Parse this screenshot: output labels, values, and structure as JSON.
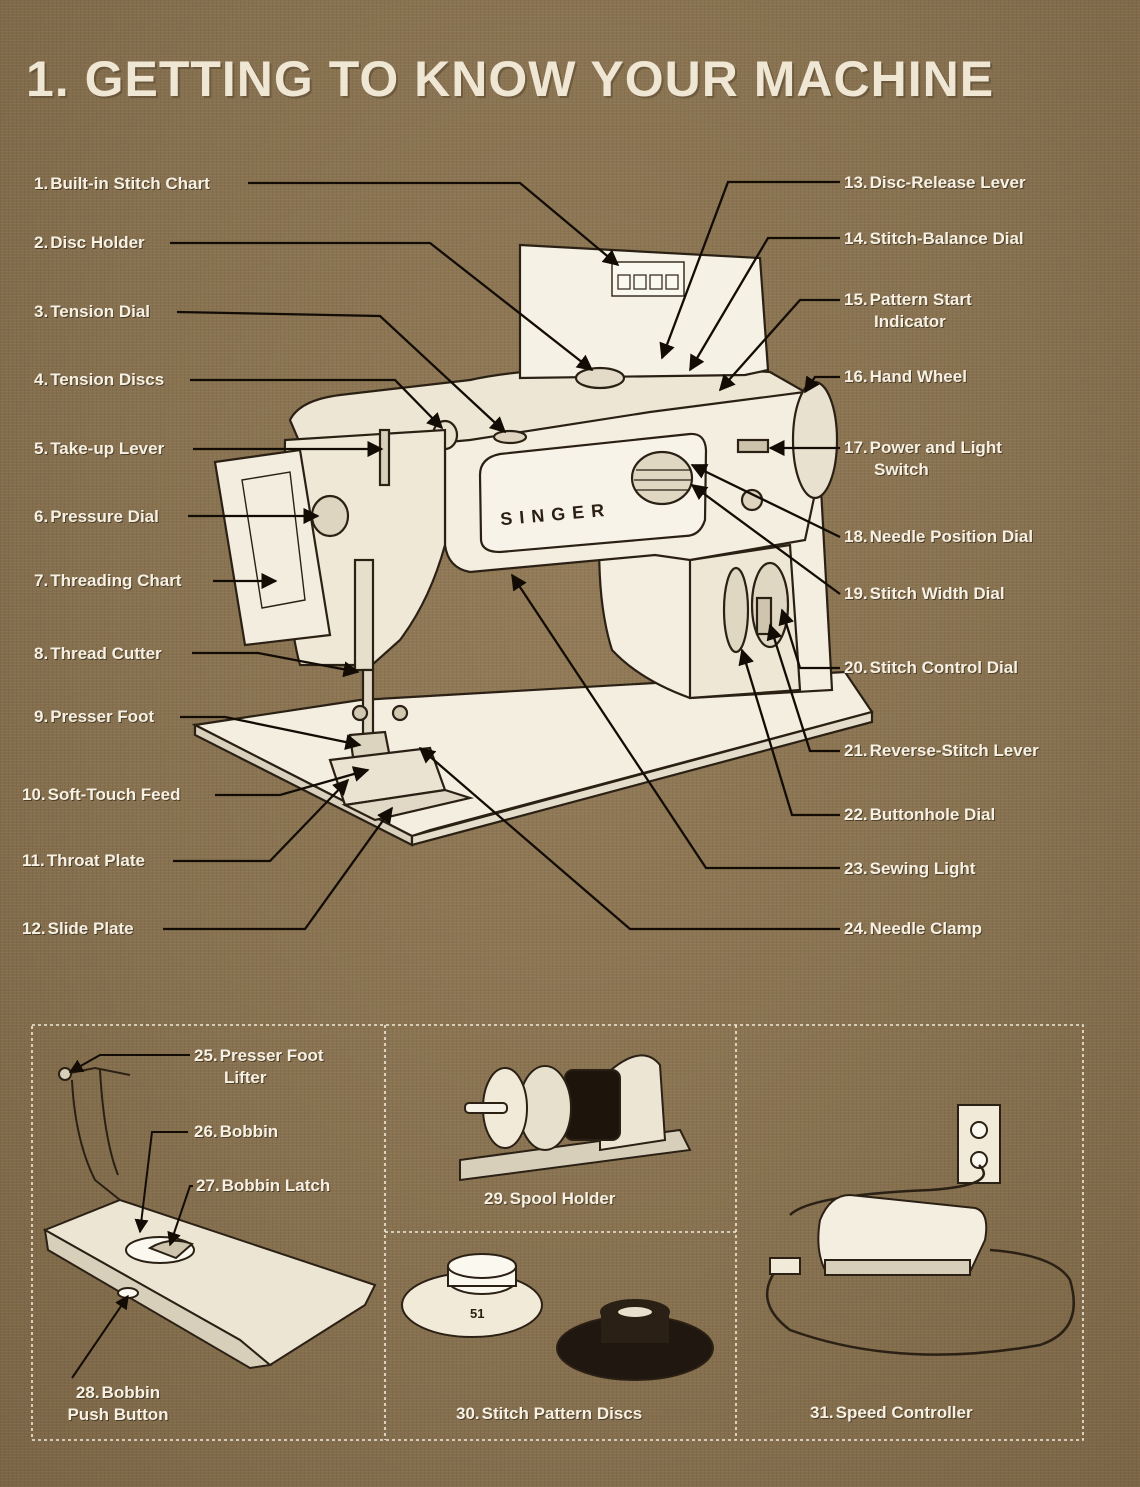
{
  "title": "1. GETTING TO KNOW YOUR MACHINE",
  "machine_brand": "SINGER",
  "labels": {
    "l1": {
      "num": "1.",
      "text": "Built-in Stitch Chart"
    },
    "l2": {
      "num": "2.",
      "text": "Disc Holder"
    },
    "l3": {
      "num": "3.",
      "text": "Tension Dial"
    },
    "l4": {
      "num": "4.",
      "text": "Tension Discs"
    },
    "l5": {
      "num": "5.",
      "text": "Take-up Lever"
    },
    "l6": {
      "num": "6.",
      "text": "Pressure Dial"
    },
    "l7": {
      "num": "7.",
      "text": "Threading Chart"
    },
    "l8": {
      "num": "8.",
      "text": "Thread Cutter"
    },
    "l9": {
      "num": "9.",
      "text": "Presser Foot"
    },
    "l10": {
      "num": "10.",
      "text": "Soft-Touch Feed"
    },
    "l11": {
      "num": "11.",
      "text": "Throat Plate"
    },
    "l12": {
      "num": "12.",
      "text": "Slide Plate"
    },
    "l13": {
      "num": "13.",
      "text": "Disc-Release Lever"
    },
    "l14": {
      "num": "14.",
      "text": "Stitch-Balance Dial"
    },
    "l15": {
      "num": "15.",
      "text": "Pattern Start",
      "sub": "Indicator"
    },
    "l16": {
      "num": "16.",
      "text": "Hand Wheel"
    },
    "l17": {
      "num": "17.",
      "text": "Power and Light",
      "sub": "Switch"
    },
    "l18": {
      "num": "18.",
      "text": "Needle Position Dial"
    },
    "l19": {
      "num": "19.",
      "text": "Stitch Width Dial"
    },
    "l20": {
      "num": "20.",
      "text": "Stitch Control Dial"
    },
    "l21": {
      "num": "21.",
      "text": "Reverse-Stitch Lever"
    },
    "l22": {
      "num": "22.",
      "text": "Buttonhole Dial"
    },
    "l23": {
      "num": "23.",
      "text": "Sewing Light"
    },
    "l24": {
      "num": "24.",
      "text": "Needle Clamp"
    },
    "l25": {
      "num": "25.",
      "text": "Presser Foot",
      "sub": "Lifter"
    },
    "l26": {
      "num": "26.",
      "text": "Bobbin"
    },
    "l27": {
      "num": "27.",
      "text": "Bobbin Latch"
    },
    "l28": {
      "num": "28.",
      "text": "Bobbin",
      "sub": "Push Button"
    },
    "l29": {
      "num": "29.",
      "text": "Spool Holder"
    },
    "l30": {
      "num": "30.",
      "text": "Stitch Pattern Discs"
    },
    "l31": {
      "num": "31.",
      "text": "Speed Controller"
    }
  },
  "disc_number": "51"
}
